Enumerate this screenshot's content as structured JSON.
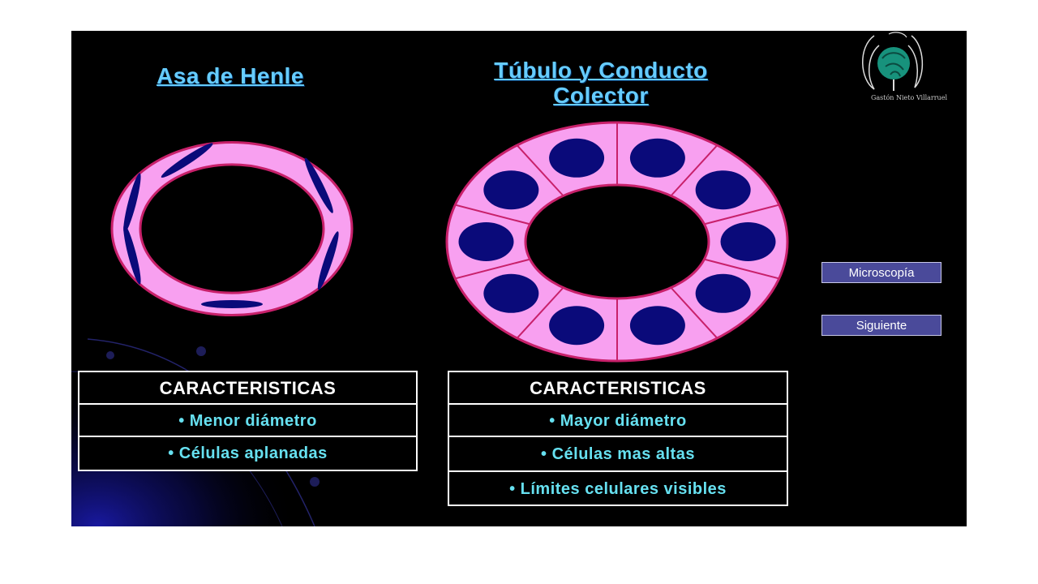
{
  "slide": {
    "title_left": "Asa de Henle",
    "title_right": "Túbulo y Conducto Colector",
    "title_right_line1": "Túbulo y Conducto",
    "title_right_line2": "Colector",
    "logo_caption": "Gastón Nieto Villarruel",
    "logo_icon": "kidney-tree-logo-icon"
  },
  "nav": {
    "microscopia_label": "Microscopía",
    "siguiente_label": "Siguiente"
  },
  "table_left": {
    "header": "CARACTERISTICAS",
    "items": [
      "• Menor diámetro",
      "• Células aplanadas"
    ]
  },
  "table_right": {
    "header": "CARACTERISTICAS",
    "items": [
      "• Mayor diámetro",
      "• Células mas altas",
      "• Límites celulares visibles"
    ]
  },
  "colors": {
    "cell_pink": "#f8a0f0",
    "membrane": "#c8206a",
    "nucleus": "#0a0a7a",
    "title": "#66ccff",
    "button_bg": "#4a4a9a"
  },
  "diagram": {
    "henle_nuclei_count": 6,
    "collector_cells_count": 10
  }
}
